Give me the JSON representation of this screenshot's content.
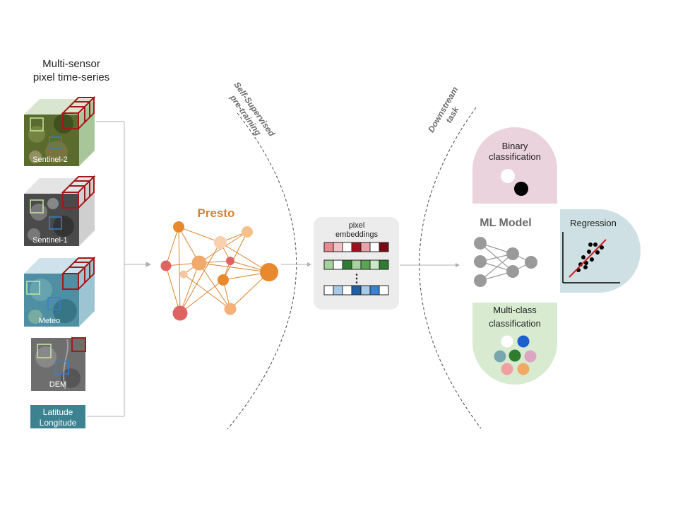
{
  "inputs": {
    "title_line1": "Multi-sensor",
    "title_line2": "pixel time-series",
    "sentinel2": "Sentinel-2",
    "sentinel1": "Sentinel-1",
    "meteo": "Meteo",
    "dem": "DEM",
    "latlon_line1": "Latitude",
    "latlon_line2": "Longitude"
  },
  "model": {
    "name": "Presto",
    "name_color": "#d9822b"
  },
  "stages": {
    "pretraining_line1": "Self-Supervised",
    "pretraining_line2": "pre-training",
    "downstream_line1": "Downstream",
    "downstream_line2": "task"
  },
  "embeddings": {
    "label_line1": "pixel",
    "label_line2": "embeddings",
    "ellipsis": "⋮",
    "rows": [
      [
        "#e8888f",
        "#f3c2c6",
        "#ffffff",
        "#a30d1d",
        "#e8a3aa",
        "#ffffff",
        "#7a0b14"
      ],
      [
        "#a5d39e",
        "#ffffff",
        "#2f7d32",
        "#a5d39e",
        "#5aa553",
        "#cde8c7",
        "#2f7d32"
      ],
      [
        "#ffffff",
        "#a9c9e8",
        "#ffffff",
        "#1f5fa8",
        "#a9c9e8",
        "#3a82d1",
        "#ffffff"
      ]
    ]
  },
  "downstream": {
    "ml_model": "ML Model",
    "binary_line1": "Binary",
    "binary_line2": "classification",
    "regression": "Regression",
    "multiclass_line1": "Multi-class",
    "multiclass_line2": "classification",
    "binary_color": "#ead3dc",
    "regression_color": "#cfe0e4",
    "multiclass_color": "#d8ebd1",
    "regression_line_color": "#cc1f1f",
    "multiclass_dots": [
      "#ffffff",
      "#1c5fd1",
      "#7aa6b0",
      "#2e7d2e",
      "#dca5c4",
      "#f0a0a0",
      "#f0aa66"
    ]
  }
}
